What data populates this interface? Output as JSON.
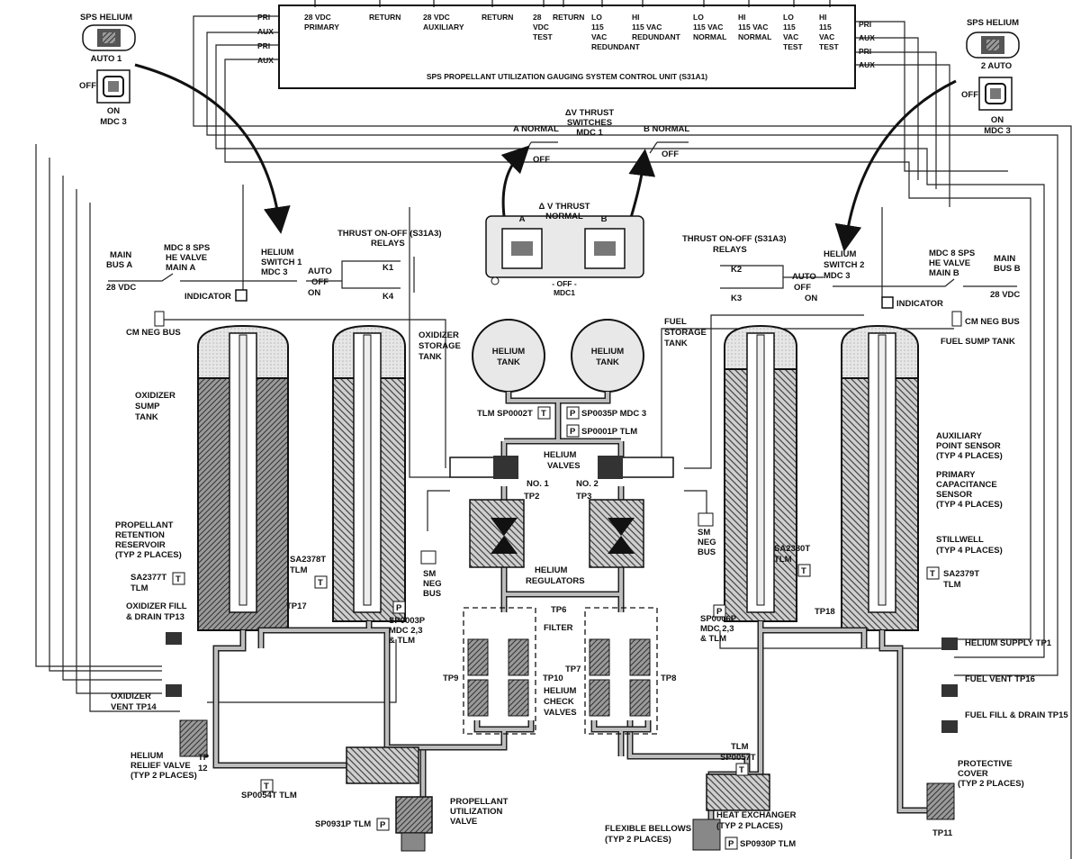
{
  "control_unit": {
    "title": "SPS PROPELLANT UTILIZATION GAUGING SYSTEM CONTROL UNIT (S31A1)",
    "terminals": [
      [
        "28 VDC",
        "PRIMARY"
      ],
      [
        "RETURN"
      ],
      [
        "28 VDC",
        "AUXILIARY"
      ],
      [
        "RETURN"
      ],
      [
        "28",
        "VDC",
        "TEST"
      ],
      [
        "RETURN"
      ],
      [
        "LO",
        "115",
        "VAC",
        "REDUNDANT"
      ],
      [
        "HI",
        "115 VAC",
        "REDUNDANT"
      ],
      [
        "LO",
        "115 VAC",
        "NORMAL"
      ],
      [
        "HI",
        "115 VAC",
        "NORMAL"
      ],
      [
        "LO",
        "115",
        "VAC",
        "TEST"
      ],
      [
        "HI",
        "115",
        "VAC",
        "TEST"
      ]
    ],
    "left_ports": [
      "PRI",
      "AUX",
      "PRI",
      "AUX"
    ],
    "right_ports": [
      "PRI",
      "AUX",
      "PRI",
      "AUX"
    ]
  },
  "switch_left": {
    "title": "SPS HELIUM",
    "pos1": "AUTO 1",
    "off": "OFF",
    "on": "ON",
    "panel": "MDC 3"
  },
  "switch_right": {
    "title": "SPS HELIUM",
    "pos1": "2 AUTO",
    "off": "OFF",
    "on": "ON",
    "panel": "MDC 3"
  },
  "thrust": {
    "a_normal": "A NORMAL",
    "b_normal": "B NORMAL",
    "title": [
      "ΔV THRUST",
      "SWITCHES",
      "MDC 1"
    ],
    "off": "OFF",
    "panel_title": [
      "Δ V THRUST",
      "NORMAL"
    ],
    "a": "A",
    "b": "B",
    "panel_off": "- OFF -",
    "panel_mdc": "MDC1"
  },
  "left_circuit": {
    "main_bus": [
      "MAIN",
      "BUS A"
    ],
    "vdc": "28 VDC",
    "valve": [
      "MDC 8 SPS",
      "HE VALVE",
      "MAIN A"
    ],
    "indicator": "INDICATOR",
    "helium_switch": [
      "HELIUM",
      "SWITCH 1",
      "MDC 3"
    ],
    "auto": "AUTO",
    "off": "OFF",
    "on": "ON",
    "relays": [
      "THRUST ON-OFF (S31A3)",
      "RELAYS"
    ],
    "k1": "K1",
    "k4": "K4",
    "cm_neg_bus": "CM NEG BUS"
  },
  "right_circuit": {
    "main_bus": [
      "MAIN",
      "BUS B"
    ],
    "vdc": "28 VDC",
    "valve": [
      "MDC 8 SPS",
      "HE VALVE",
      "MAIN B"
    ],
    "indicator": "INDICATOR",
    "helium_switch": [
      "HELIUM",
      "SWITCH 2",
      "MDC 3"
    ],
    "auto": "AUTO",
    "off": "OFF",
    "on": "ON",
    "relays": [
      "THRUST ON-OFF (S31A3)",
      "RELAYS"
    ],
    "k2": "K2",
    "k3": "K3",
    "cm_neg_bus": "CM NEG BUS"
  },
  "labels": {
    "oxidizer_sump": [
      "OXIDIZER",
      "SUMP",
      "TANK"
    ],
    "oxidizer_storage": [
      "OXIDIZER",
      "STORAGE",
      "TANK"
    ],
    "fuel_storage": [
      "FUEL",
      "STORAGE",
      "TANK"
    ],
    "fuel_sump": "FUEL SUMP TANK",
    "helium_tank": [
      "HELIUM",
      "TANK"
    ],
    "tlm_sp0002t": "TLM SP0002T",
    "sp0035p": "SP0035P  MDC 3",
    "sp0001p": "SP0001P  TLM",
    "helium_valves": [
      "HELIUM",
      "VALVES"
    ],
    "no1": "NO. 1",
    "no2": "NO. 2",
    "tp2": "TP2",
    "tp3": "TP3",
    "helium_regulators": [
      "HELIUM",
      "REGULATORS"
    ],
    "tp6": "TP6",
    "filter": "FILTER",
    "tp9": "TP9",
    "tp10": "TP10",
    "tp7": "TP7",
    "tp8": "TP8",
    "helium_check_valves": [
      "HELIUM",
      "CHECK",
      "VALVES"
    ],
    "sm_neg_bus_left": [
      "SM",
      "NEG",
      "BUS"
    ],
    "sm_neg_bus_right": [
      "SM",
      "NEG",
      "BUS"
    ],
    "aux_point_sensor": [
      "AUXILIARY",
      "POINT SENSOR",
      "(TYP 4 PLACES)"
    ],
    "primary_cap_sensor": [
      "PRIMARY",
      "CAPACITANCE",
      "SENSOR",
      "(TYP 4 PLACES)"
    ],
    "stillwell": [
      "STILLWELL",
      "(TYP 4 PLACES)"
    ],
    "retention_reservoir": [
      "PROPELLANT",
      "RETENTION",
      "RESERVOIR",
      "(TYP 2 PLACES)"
    ],
    "sa2377t": [
      "SA2377T",
      "TLM"
    ],
    "sa2378t": [
      "SA2378T",
      "TLM"
    ],
    "sa2380t": [
      "SA2380T",
      "TLM"
    ],
    "sa2379t": [
      "SA2379T",
      "TLM"
    ],
    "tp17": "TP17",
    "tp18": "TP18",
    "sp0003p": [
      "SP0003P",
      "MDC 2,3",
      "& TLM"
    ],
    "sp0006p": [
      "SP0006P",
      "MDC 2,3",
      "& TLM"
    ],
    "ox_fill_drain": [
      "OXIDIZER FILL",
      "& DRAIN TP13"
    ],
    "ox_vent": [
      "OXIDIZER",
      "VENT TP14"
    ],
    "helium_supply": "HELIUM SUPPLY TP1",
    "fuel_vent": "FUEL VENT TP16",
    "fuel_fill_drain": "FUEL FILL & DRAIN TP15",
    "helium_relief": [
      "HELIUM",
      "RELIEF VALVE",
      "(TYP 2 PLACES)"
    ],
    "tp12": [
      "TP",
      "12"
    ],
    "sp0054t": "SP0054T  TLM",
    "pu_valve": [
      "PROPELLANT",
      "UTILIZATION",
      "VALVE"
    ],
    "sp0931p": "SP0931P  TLM",
    "tlm_sp0057t": [
      "TLM",
      "SP0057T"
    ],
    "heat_exchanger": [
      "HEAT EXCHANGER",
      "(TYP 2 PLACES)"
    ],
    "flexible_bellows": [
      "FLEXIBLE BELLOWS",
      "(TYP 2 PLACES)"
    ],
    "sp0930p": "SP0930P  TLM",
    "protective_cover": [
      "PROTECTIVE",
      "COVER",
      "(TYP 2 PLACES)"
    ],
    "tp11": "TP11",
    "t": "T",
    "p": "P"
  }
}
